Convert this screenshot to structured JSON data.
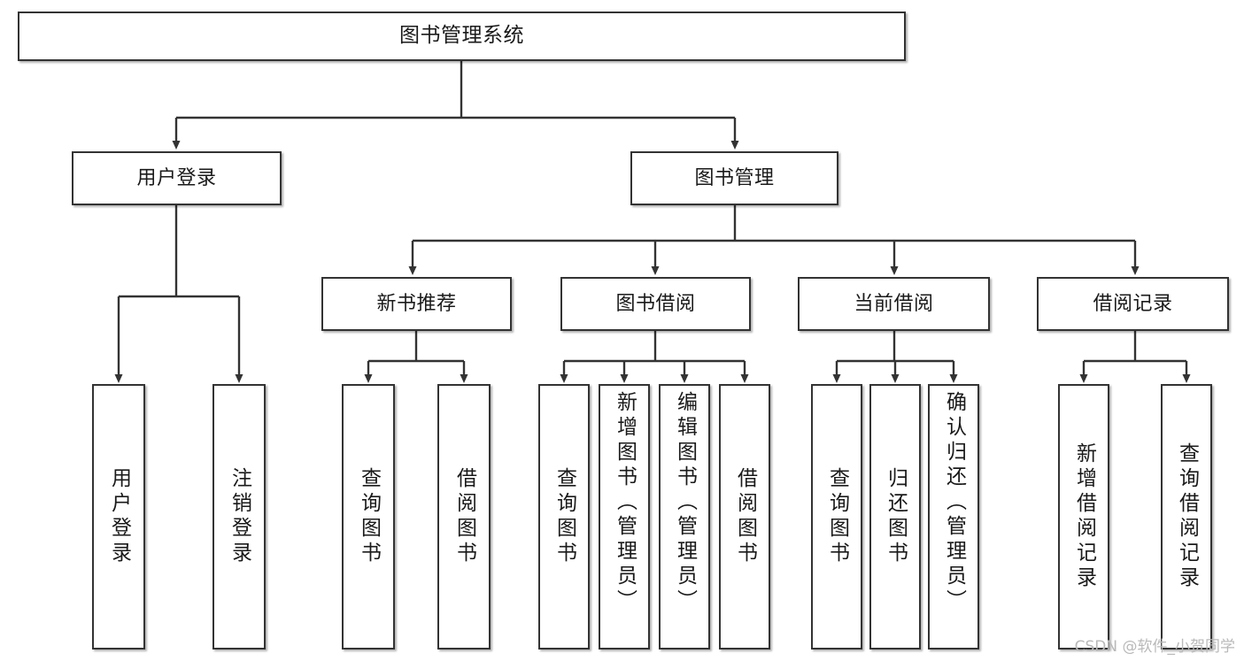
{
  "diagram": {
    "type": "tree-hierarchy",
    "title": "图书管理系统",
    "orientation": "top-down",
    "colors": {
      "box_border": "#333333",
      "box_fill": "#ffffff",
      "edge": "#333333",
      "text": "#1a1a1a",
      "watermark": "#b9b9b9",
      "background": "#ffffff"
    }
  },
  "root": {
    "label": "图书管理系统"
  },
  "level2": [
    {
      "label": "用户登录"
    },
    {
      "label": "图书管理"
    }
  ],
  "level3": [
    {
      "label": "新书推荐"
    },
    {
      "label": "图书借阅"
    },
    {
      "label": "当前借阅"
    },
    {
      "label": "借阅记录"
    }
  ],
  "leaves": {
    "user_login": [
      {
        "label": "用户登录"
      },
      {
        "label": "注销登录"
      }
    ],
    "new_book": [
      {
        "label": "查询图书"
      },
      {
        "label": "借阅图书"
      }
    ],
    "book_borrow": [
      {
        "label": "查询图书"
      },
      {
        "label": "新增图书（管理员）"
      },
      {
        "label": "编辑图书（管理员）"
      },
      {
        "label": "借阅图书"
      }
    ],
    "current_borrow": [
      {
        "label": "查询图书"
      },
      {
        "label": "归还图书"
      },
      {
        "label": "确认归还（管理员）"
      }
    ],
    "borrow_record": [
      {
        "label": "新增借阅记录"
      },
      {
        "label": "查询借阅记录"
      }
    ]
  },
  "watermark": {
    "text": "CSDN @软件_小贺同学"
  }
}
